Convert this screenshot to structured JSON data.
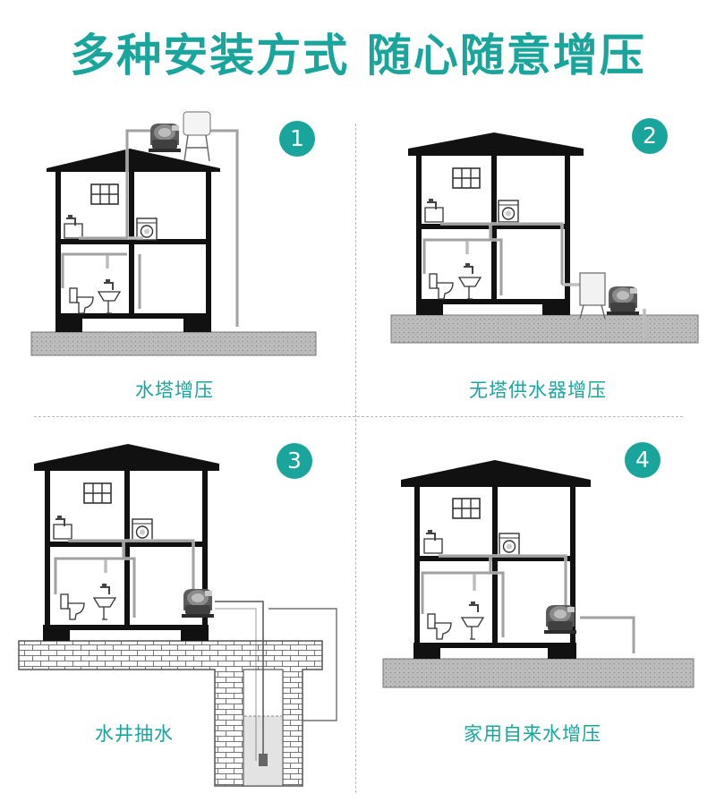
{
  "title": "多种安装方式 随心随意增压",
  "accent_color": "#1aa59c",
  "panels": [
    {
      "number": "1",
      "caption": "水塔增压",
      "icons": [
        "water-tower-icon",
        "pump-icon",
        "washing-machine-icon",
        "toilet-icon",
        "faucet-icon",
        "window-icon"
      ]
    },
    {
      "number": "2",
      "caption": "无塔供水器增压",
      "icons": [
        "pressure-tank-icon",
        "pump-icon",
        "washing-machine-icon",
        "toilet-icon",
        "faucet-icon",
        "window-icon"
      ]
    },
    {
      "number": "3",
      "caption": "水井抽水",
      "icons": [
        "well-icon",
        "pump-icon",
        "washing-machine-icon",
        "toilet-icon",
        "faucet-icon",
        "window-icon"
      ]
    },
    {
      "number": "4",
      "caption": "家用自来水增压",
      "icons": [
        "pump-icon",
        "washing-machine-icon",
        "toilet-icon",
        "faucet-icon",
        "window-icon"
      ]
    }
  ]
}
